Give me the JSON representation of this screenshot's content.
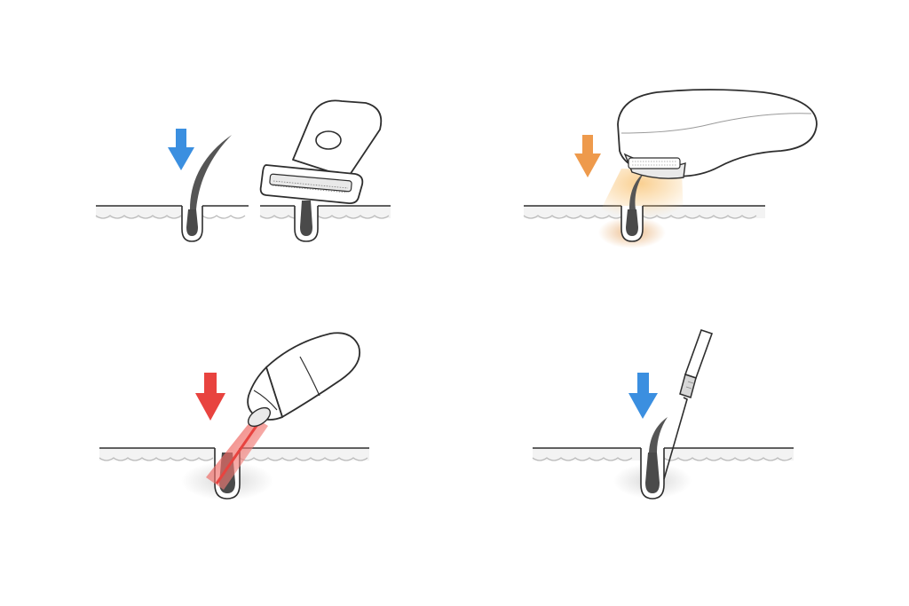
{
  "panels": [
    {
      "method": "shaving",
      "arrow_color": "#3b8fe0",
      "tool": "razor"
    },
    {
      "method": "ipl",
      "arrow_color": "#ee9a4c",
      "glow_color": "#f9c77d",
      "tool": "ipl-handset"
    },
    {
      "method": "laser",
      "arrow_color": "#e8433f",
      "beam_color": "#e8433f",
      "tool": "laser-handpiece"
    },
    {
      "method": "electrolysis",
      "arrow_color": "#3b8fe0",
      "tool": "electrolysis-probe"
    }
  ],
  "colors": {
    "outline": "#2e2e2e",
    "skin_fill": "#f3f3f3",
    "hair": "#555555",
    "bulb_dark": "#4a4a4a",
    "tool_fill": "#ffffff",
    "tool_shade": "#e9e9e9"
  }
}
